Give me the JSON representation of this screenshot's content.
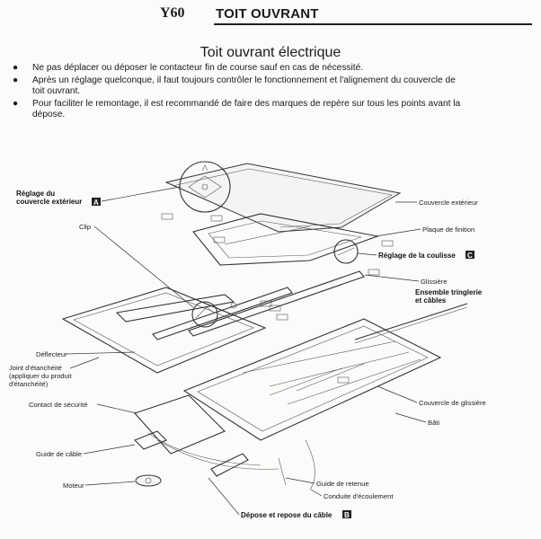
{
  "header": {
    "code": "Y60",
    "title": "TOIT OUVRANT"
  },
  "section": {
    "title": "Toit ouvrant électrique",
    "bullets": [
      {
        "line1": "Ne pas déplacer ou déposer le contacteur fin de course sauf en cas de nécessité."
      },
      {
        "line1": "Après un réglage quelconque, il faut toujours contrôler le fonctionnement et l'alignement du couvercle de",
        "line2": "toit ouvrant."
      },
      {
        "line1": "Pour faciliter le remontage, il est recommandé de faire des marques de repère sur tous les points avant la",
        "line2": "dépose."
      }
    ]
  },
  "diagram": {
    "labels": {
      "reglage_couvercle_1": "Réglage du",
      "reglage_couvercle_2": "couvercle extérieur",
      "box_a": "A",
      "clip": "Clip",
      "couvercle_exterieur": "Couvercle extérieur",
      "plaque_finition": "Plaque de finition",
      "reglage_coulisse": "Réglage de la coulisse",
      "box_c": "C",
      "glissiere": "Glissière",
      "ensemble_1": "Ensemble tringlerie",
      "ensemble_2": "et câbles",
      "deflecteur": "Déflecteur",
      "joint_1": "Joint d'étanchéité",
      "joint_2": "(appliquer du produit",
      "joint_3": "d'étanchéité)",
      "contact": "Contact de sécurité",
      "guide_cable": "Guide de câble",
      "moteur": "Moteur",
      "couvercle_glissiere": "Couvercle de glissière",
      "bati": "Bâti",
      "guide_retenue": "Guide de retenue",
      "conduite": "Conduite d'écoulement",
      "depose_cable": "Dépose et repose du câble",
      "box_b": "B"
    }
  }
}
